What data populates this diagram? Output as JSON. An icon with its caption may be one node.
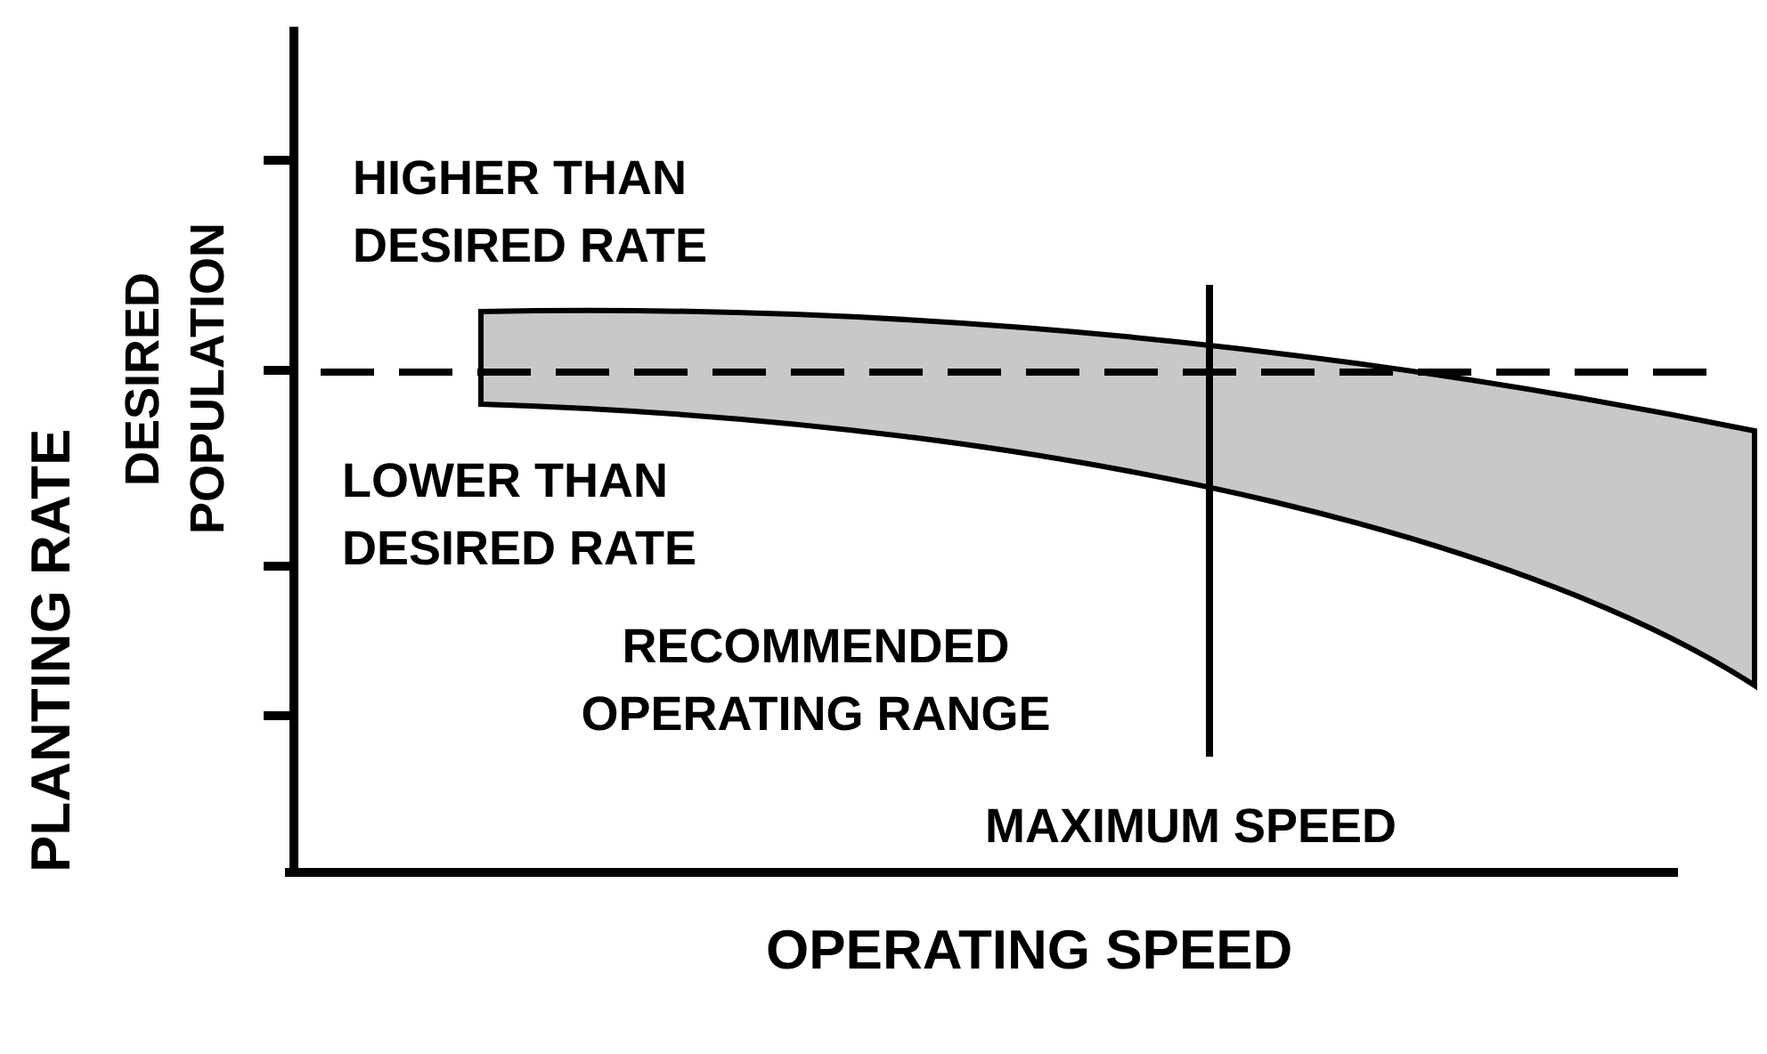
{
  "diagram": {
    "labels": [
      "PLANTING RATE",
      "DESIRED POPULATION",
      "HIGHER THAN DESIRED RATE",
      "LOWER THAN DESIRED RATE",
      "RECOMMENDED OPERATING RANGE",
      "MAXIMUM SPEED",
      "OPERATING SPEED"
    ]
  }
}
